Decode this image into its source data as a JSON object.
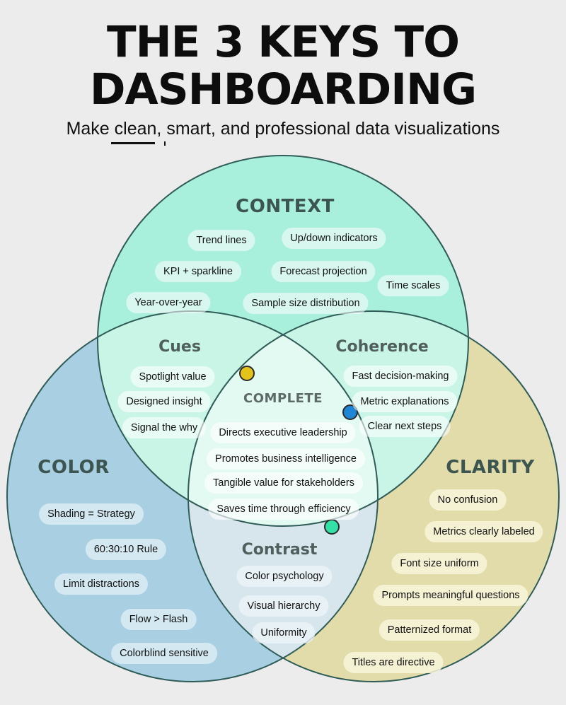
{
  "header": {
    "title_line1": "THE 3 KEYS TO",
    "title_line2": "DASHBOARDING",
    "subtitle": "Make clean, smart, and professional data visualizations"
  },
  "colors": {
    "context": "#a9f0dc",
    "color": "#a9cfe2",
    "clarity": "#e2dcaa",
    "outline": "#2f5c57",
    "dot_yellow": "#e3c21a",
    "dot_blue": "#1f86d6",
    "dot_green": "#33e0a6"
  },
  "sections": {
    "context": {
      "heading": "CONTEXT",
      "items": [
        "Trend lines",
        "Up/down indicators",
        "KPI + sparkline",
        "Forecast projection",
        "Time scales",
        "Year-over-year",
        "Sample size distribution"
      ]
    },
    "cues": {
      "heading": "Cues",
      "items": [
        "Spotlight value",
        "Designed insight",
        "Signal the why"
      ]
    },
    "coherence": {
      "heading": "Coherence",
      "items": [
        "Fast decision-making",
        "Metric explanations",
        "Clear next steps"
      ]
    },
    "complete": {
      "heading": "COMPLETE",
      "items": [
        "Directs executive leadership",
        "Promotes business intelligence",
        "Tangible value for stakeholders",
        "Saves time through efficiency"
      ]
    },
    "color": {
      "heading": "COLOR",
      "items": [
        "Shading = Strategy",
        "60:30:10 Rule",
        "Limit distractions",
        "Flow > Flash",
        "Colorblind sensitive"
      ]
    },
    "clarity": {
      "heading": "CLARITY",
      "items": [
        "No confusion",
        "Metrics clearly labeled",
        "Font size uniform",
        "Prompts meaningful questions",
        "Patternized format",
        "Titles are directive"
      ]
    },
    "contrast": {
      "heading": "Contrast",
      "items": [
        "Color psychology",
        "Visual hierarchy",
        "Uniformity"
      ]
    }
  }
}
